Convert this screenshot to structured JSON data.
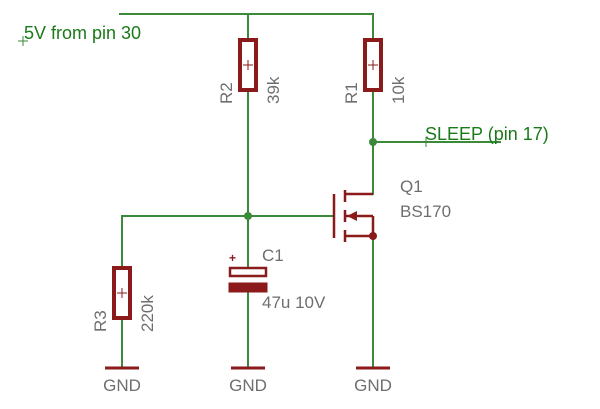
{
  "nets": {
    "supply_label": "5V from pin 30",
    "sleep_label": "SLEEP (pin 17)"
  },
  "components": {
    "r1": {
      "name": "R1",
      "value": "10k"
    },
    "r2": {
      "name": "R2",
      "value": "39k"
    },
    "r3": {
      "name": "R3",
      "value": "220k"
    },
    "c1": {
      "name": "C1",
      "value": "47u 10V",
      "polarity_mark": "+"
    },
    "q1": {
      "name": "Q1",
      "value": "BS170"
    }
  },
  "grounds": [
    {
      "label": "GND"
    },
    {
      "label": "GND"
    },
    {
      "label": "GND"
    }
  ],
  "colors": {
    "wire": "#3a8a3a",
    "net_text": "#1a7a1a",
    "symbol": "#8b1a1a",
    "component_text": "#6e6e6e",
    "background": "#ffffff"
  }
}
